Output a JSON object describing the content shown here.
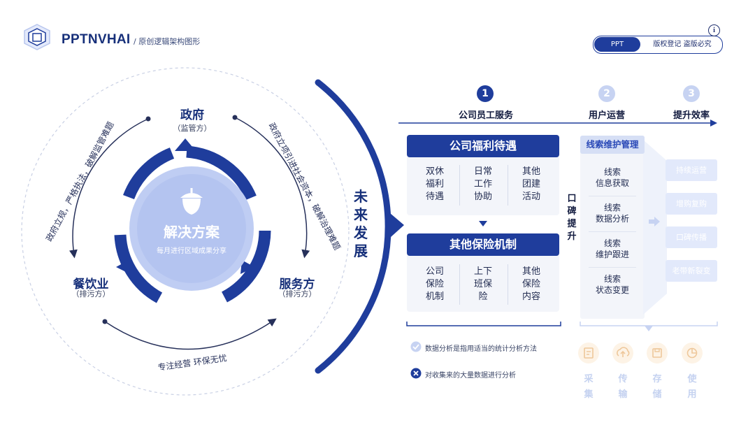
{
  "header": {
    "brand": "PPTNVHAI",
    "subtitle": "/ 原创逻辑架构图形",
    "pill_primary": "PPT",
    "pill_secondary": "版权登记 盗版必究",
    "info": "i"
  },
  "left_diagram": {
    "top_node": {
      "title": "政府",
      "sub": "（监管方）"
    },
    "left_node": {
      "title": "餐饮业",
      "sub": "（排污方）"
    },
    "right_node": {
      "title": "服务方",
      "sub": "（排污方）"
    },
    "center": {
      "title": "解决方案",
      "sub": "每月进行区域成果分享"
    },
    "arc_left": "政府立规，严格执法，破解监管难题",
    "arc_right": "政府立项引进社会资本，破解治理难题",
    "arc_bottom": "专注经营 环保无忧",
    "future": "未来发展"
  },
  "steps": [
    {
      "num": "1",
      "label": "公司员工服务"
    },
    {
      "num": "2",
      "label": "用户运营"
    },
    {
      "num": "3",
      "label": "提升效率"
    }
  ],
  "welfare": {
    "title": "公司福利待遇",
    "cells": [
      "双休\n福利\n待遇",
      "日常\n工作\n协助",
      "其他\n团建\n活动"
    ]
  },
  "insurance": {
    "title": "其他保险机制",
    "cells": [
      "公司\n保险\n机制",
      "上下\n班保\n险",
      "其他\n保险\n内容"
    ]
  },
  "vertical_label": "口碑提升",
  "leads": {
    "title": "线索维护管理",
    "items": [
      "线索\n信息获取",
      "线索\n数据分析",
      "线索\n维护跟进",
      "线索\n状态变更"
    ]
  },
  "right_boxes": [
    "持续运营",
    "增购复购",
    "口碑传播",
    "老带新裂变"
  ],
  "legend": [
    {
      "icon": "check",
      "text": "数据分析是指用适当的统计分析方法"
    },
    {
      "icon": "cross",
      "text": "对收集来的大量数据进行分析"
    }
  ],
  "bottom_stages": [
    "采集",
    "传输",
    "存储",
    "使用"
  ],
  "colors": {
    "primary": "#1f3d9c",
    "light": "#dbe3f8",
    "step_muted": "#c7d3f2"
  }
}
